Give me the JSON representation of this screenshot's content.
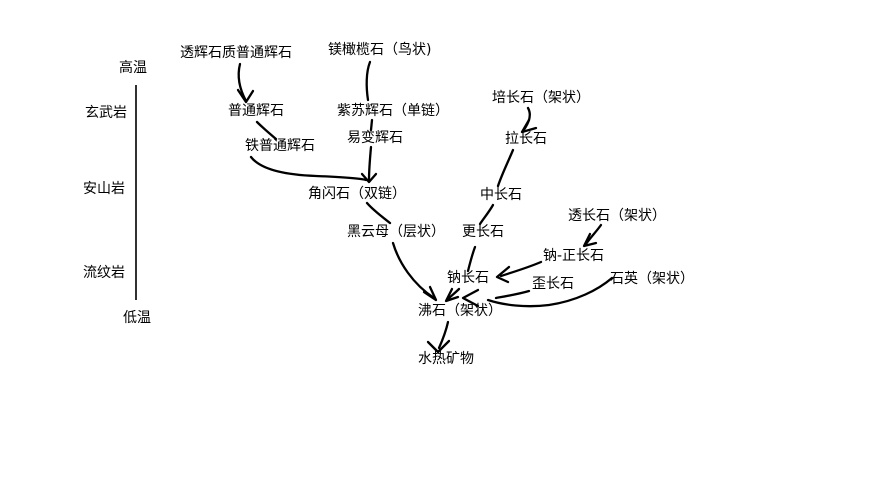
{
  "canvas": {
    "background_color": "#ffffff",
    "line_color": "#000000",
    "text_color": "#000000"
  },
  "axis": {
    "orientation": "vertical",
    "top_label": "高温",
    "bottom_label": "低温",
    "rock_labels": [
      "玄武岩",
      "安山岩",
      "流纹岩"
    ]
  },
  "nodes": [
    {
      "id": "high-temp",
      "label": "高温"
    },
    {
      "id": "basalt",
      "label": "玄武岩"
    },
    {
      "id": "andesite-rock",
      "label": "安山岩"
    },
    {
      "id": "rhyolite",
      "label": "流纹岩"
    },
    {
      "id": "low-temp",
      "label": "低温"
    },
    {
      "id": "diopsidic-augite",
      "label": "透辉石质普通辉石"
    },
    {
      "id": "augite",
      "label": "普通辉石"
    },
    {
      "id": "ferroaugite",
      "label": "铁普通辉石"
    },
    {
      "id": "forsterite",
      "label": "镁橄榄石（鸟状)"
    },
    {
      "id": "hypersthene",
      "label": "紫苏辉石（单链）"
    },
    {
      "id": "pigeonite",
      "label": "易变辉石"
    },
    {
      "id": "hornblende",
      "label": "角闪石（双链）"
    },
    {
      "id": "biotite",
      "label": "黑云母（层状）"
    },
    {
      "id": "bytownite",
      "label": "培长石（架状）"
    },
    {
      "id": "labradorite",
      "label": "拉长石"
    },
    {
      "id": "andesine",
      "label": "中长石"
    },
    {
      "id": "oligoclase",
      "label": "更长石"
    },
    {
      "id": "albite",
      "label": "钠长石"
    },
    {
      "id": "sanidine",
      "label": "透长石（架状）"
    },
    {
      "id": "na-orthoclase",
      "label": "钠-正长石"
    },
    {
      "id": "anorthoclase",
      "label": "歪长石"
    },
    {
      "id": "quartz",
      "label": "石英（架状）"
    },
    {
      "id": "zeolite",
      "label": "沸石（架状）"
    },
    {
      "id": "hydrothermal",
      "label": "水热矿物"
    }
  ],
  "edges": [
    {
      "from": "透辉石质普通辉石",
      "to": "普通辉石",
      "arrowhead": true
    },
    {
      "from": "普通辉石",
      "to": "铁普通辉石",
      "arrowhead": false
    },
    {
      "from": "铁普通辉石",
      "to": "角闪石（双链）",
      "arrowhead": false
    },
    {
      "from": "镁橄榄石（鸟状)",
      "to": "紫苏辉石（单链）",
      "arrowhead": false
    },
    {
      "from": "紫苏辉石（单链）",
      "to": "易变辉石",
      "arrowhead": false
    },
    {
      "from": "易变辉石",
      "to": "角闪石（双链）",
      "arrowhead": true
    },
    {
      "from": "角闪石（双链）",
      "to": "黑云母（层状）",
      "arrowhead": false
    },
    {
      "from": "黑云母（层状）",
      "to": "沸石（架状）",
      "arrowhead": true
    },
    {
      "from": "培长石（架状）",
      "to": "拉长石",
      "arrowhead": true
    },
    {
      "from": "拉长石",
      "to": "中长石",
      "arrowhead": false
    },
    {
      "from": "中长石",
      "to": "更长石",
      "arrowhead": false
    },
    {
      "from": "更长石",
      "to": "钠长石",
      "arrowhead": false
    },
    {
      "from": "钠长石",
      "to": "沸石（架状）",
      "arrowhead": true
    },
    {
      "from": "透长石（架状）",
      "to": "钠-正长石",
      "arrowhead": true
    },
    {
      "from": "钠-正长石",
      "to": "钠长石",
      "arrowhead": true
    },
    {
      "from": "歪长石",
      "to": "沸石（架状）",
      "arrowhead": true
    },
    {
      "from": "石英（架状）",
      "to": "沸石（架状）",
      "arrowhead": true
    },
    {
      "from": "沸石（架状）",
      "to": "水热矿物",
      "arrowhead": true
    }
  ]
}
